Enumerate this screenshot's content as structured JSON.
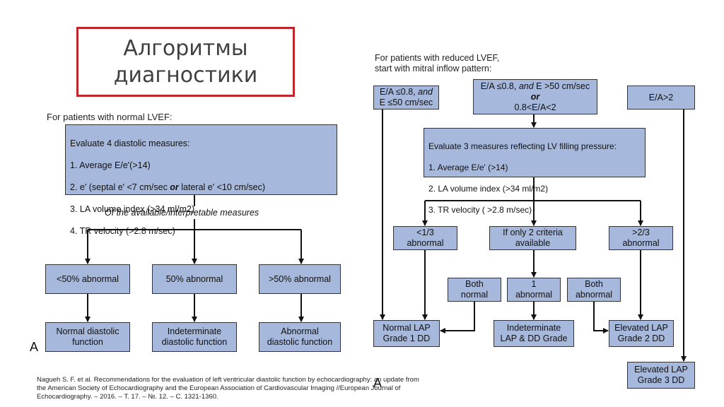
{
  "title": "Алгоритмы\nдиагностики",
  "left_panel": {
    "heading": "For patients with normal LVEF:",
    "measures_box": {
      "lines": [
        "Evaluate 4 diastolic measures:",
        "1. Average E/e'(>14)",
        "2. e' (septal e' <7 cm/sec ",
        "or",
        " lateral e' <10 cm/sec)",
        "3. LA volume index (>34 ml/m2)",
        "4. TR velocity (>2.8 m/sec)"
      ]
    },
    "branch_label": "Of the available/interpretable measures",
    "level1": [
      "<50% abnormal",
      "50% abnormal",
      ">50% abnormal"
    ],
    "level2": [
      "Normal diastolic\nfunction",
      "Indeterminate\ndiastolic function",
      "Abnormal\ndiastolic function"
    ],
    "panel_letter": "A"
  },
  "right_panel": {
    "heading_line1": "For patients with reduced LVEF,",
    "heading_line2": "start with mitral inflow pattern:",
    "top_left_box": {
      "line1_pre": "E/A ≤0.8, ",
      "line1_em": "and",
      "line2": "E ≤50 cm/sec"
    },
    "top_mid_box": {
      "line1_pre": "E/A ≤0.8, ",
      "line1_em": "and",
      "line1_post": " E >50 cm/sec",
      "line2": "or",
      "line3": "0.8<E/A<2"
    },
    "top_right_box": "E/A>2",
    "measures_box": {
      "lines": [
        "Evaluate 3 measures reflecting LV filling pressure:",
        "1. Average E/e' (>14)",
        "2. LA volume index (>34 ml/m2)",
        "3. TR velocity ( >2.8 m/sec)"
      ]
    },
    "level1": [
      "<1/3\nabnormal",
      "If only 2 criteria\navailable",
      ">2/3\nabnormal"
    ],
    "level2": [
      "Both\nnormal",
      "1\nabnormal",
      "Both\nabnormal"
    ],
    "outcomes": [
      "Normal LAP\nGrade 1 DD",
      "Indeterminate\nLAP & DD Grade",
      "Elevated LAP\nGrade 2 DD",
      "Elevated LAP\nGrade 3 DD"
    ],
    "panel_letter": "A"
  },
  "reference": "Nagueh S. F. et al. Recommendations for the evaluation of left ventricular diastolic function by echocardiography: an update from\nthe American Society of Echocardiography and the European Association of Cardiovascular Imaging //European Journal of\nEchocardiography. – 2016. – Т. 17. – №. 12. – С. 1321-1360."
}
